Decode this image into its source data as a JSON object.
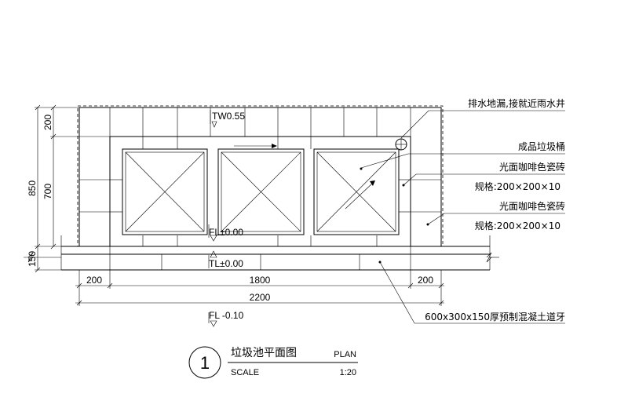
{
  "levels": {
    "tw": "TW0.55",
    "fl_top": "FL±0.00",
    "tl": "TL±0.00",
    "fl_bottom": "FL  -0.10"
  },
  "dimensions": {
    "height_total": "850",
    "height_top": "200",
    "height_inner": "700",
    "height_curb": "150",
    "width_left": "200",
    "width_middle": "1800",
    "width_right": "200",
    "width_total": "2200"
  },
  "annotations": {
    "drain": "排水地漏,接就近雨水井",
    "bin": "成品垃圾桶",
    "tile1_name": "光面咖啡色瓷砖",
    "tile1_spec": "规格:200×200×10",
    "tile2_name": "光面咖啡色瓷砖",
    "tile2_spec": "规格:200×200×10",
    "curb": "600x300x150厚预制混凝土道牙"
  },
  "title_block": {
    "number": "1",
    "title": "垃圾池平面图",
    "plan": "PLAN",
    "scale_label": "SCALE",
    "scale_value": "1:20"
  }
}
